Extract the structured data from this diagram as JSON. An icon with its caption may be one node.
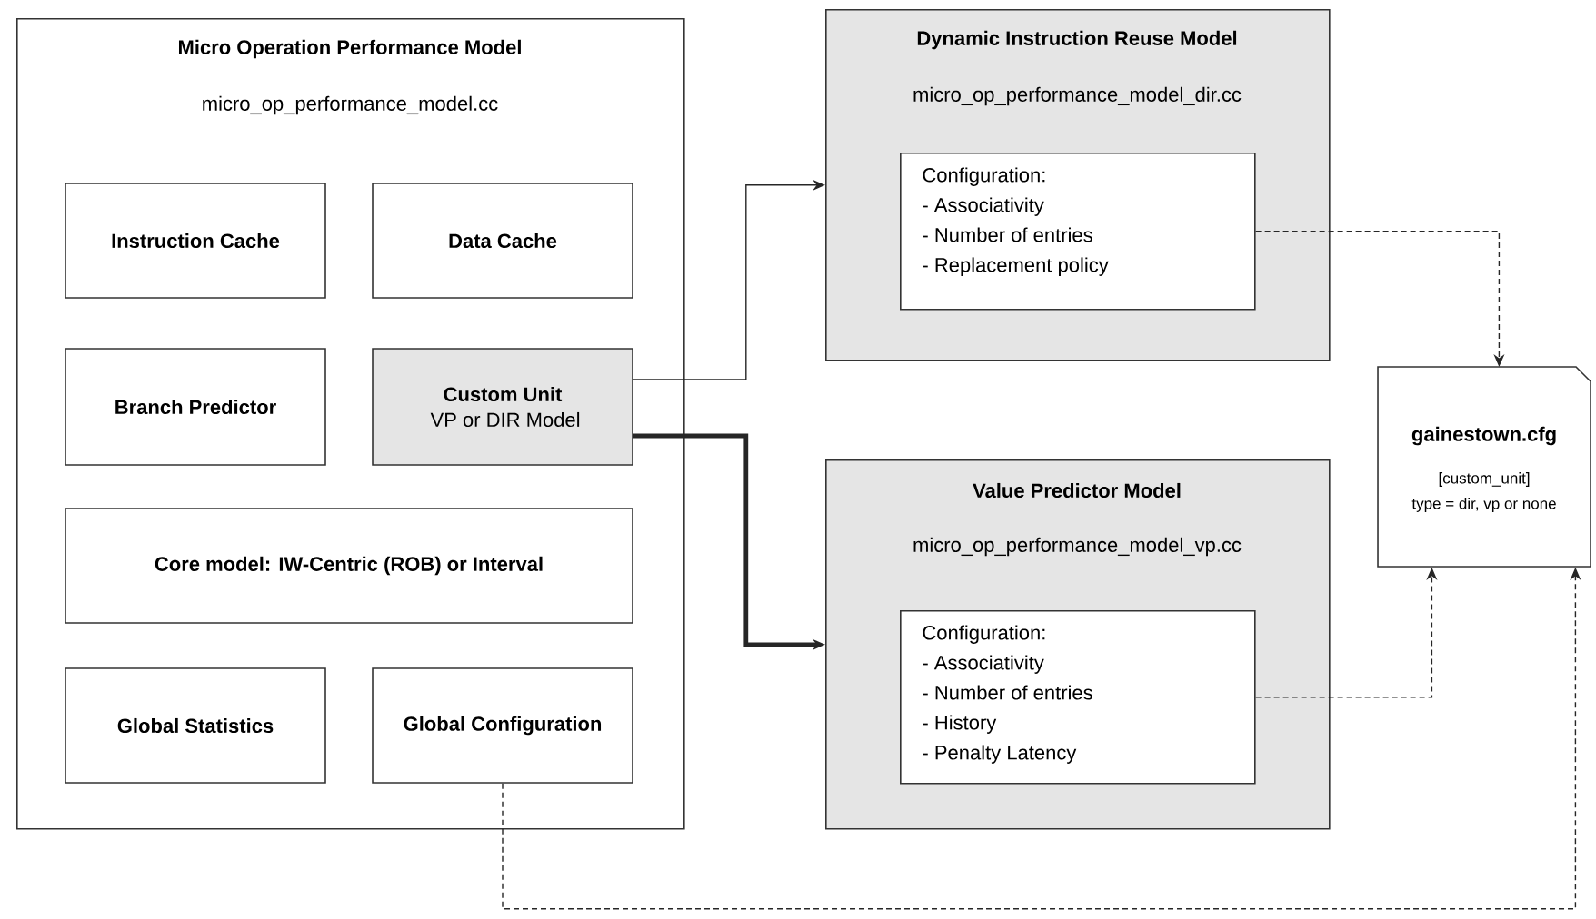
{
  "diagram": {
    "nodes": [
      {
        "text": [
          "Micro Operation Performance Model",
          "micro_op_performance_model.cc"
        ]
      },
      {
        "text": [
          "Instruction Cache"
        ],
        "in": 0
      },
      {
        "text": [
          "Data Cache"
        ],
        "in": 0
      },
      {
        "text": [
          "Branch Predictor"
        ],
        "in": 0
      },
      {
        "text": [
          "Custom Unit",
          "VP or DIR Model"
        ],
        "in": 0
      },
      {
        "text": [
          "Core model: IW-Centric (ROB) or Interval"
        ],
        "in": 0
      },
      {
        "text": [
          "Global Statistics"
        ],
        "in": 0
      },
      {
        "text": [
          "Global Configuration"
        ],
        "in": 0
      },
      {
        "text": [
          "Dynamic Instruction Reuse Model",
          "micro_op_performance_model_dir.cc"
        ]
      },
      {
        "text": [
          "Configuration:",
          "- Associativity",
          "- Number of  entries",
          "- Replacement policy"
        ],
        "in": 8
      },
      {
        "text": [
          "Value Predictor Model",
          "micro_op_performance_model_vp.cc"
        ]
      },
      {
        "text": [
          "Configuration:",
          "- Associativity",
          "- Number of  entries",
          "- History",
          "- Penalty Latency"
        ],
        "in": 10
      },
      {
        "text": [
          "gainestown.cfg",
          "[custom_unit]",
          "type = dir, vp or none"
        ]
      }
    ],
    "edges": [
      {
        "from": 4,
        "to": 8,
        "arrow": "to"
      },
      {
        "from": 4,
        "to": 10,
        "arrow": "to",
        "style": "thick"
      },
      {
        "from": 9,
        "to": 12,
        "arrow": "to",
        "style": "dashed"
      },
      {
        "from": 11,
        "to": 12,
        "arrow": "to",
        "style": "dashed"
      },
      {
        "from": 7,
        "to": 12,
        "arrow": "to",
        "style": "dashed"
      }
    ]
  }
}
